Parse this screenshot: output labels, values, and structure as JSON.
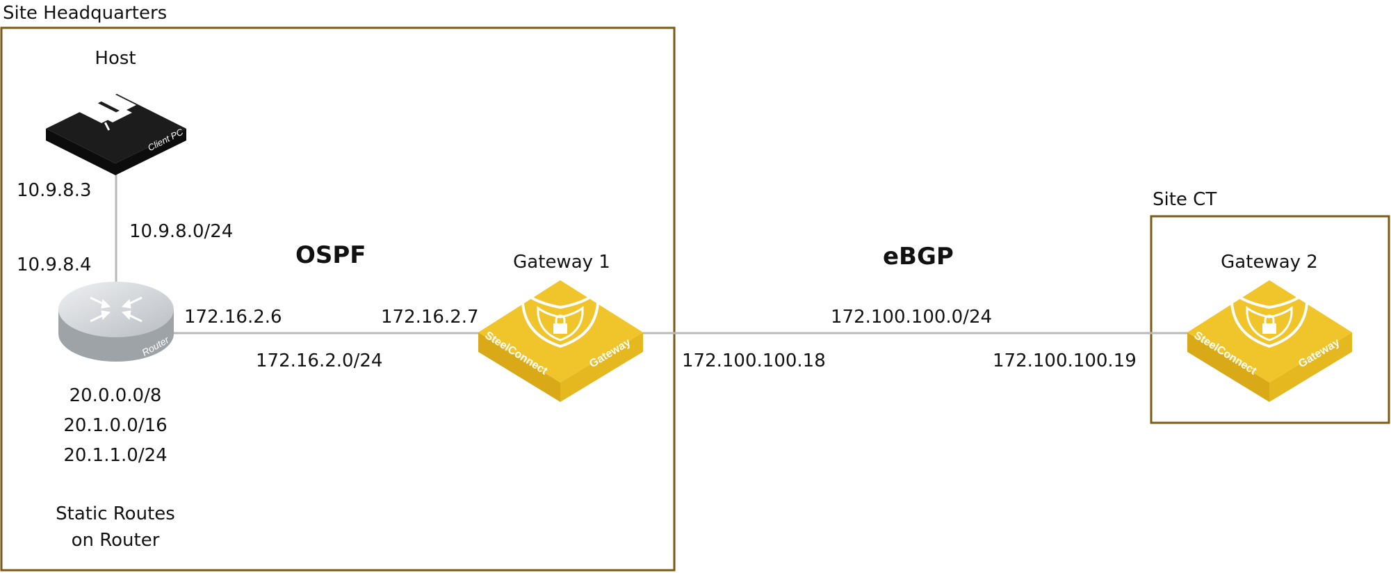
{
  "colors": {
    "site_border": "#7a5a14",
    "link": "#b8b8b8",
    "host_top": "#1c1c1c",
    "host_side": "#0c0c0c",
    "gateway_top": "#f0c42b",
    "gateway_side_left": "#d9a917",
    "gateway_side_right": "#e6b81f",
    "router_top": "#cfd2d5",
    "router_side": "#9ea3a8"
  },
  "sites": {
    "hq": {
      "label": "Site Headquarters"
    },
    "ct": {
      "label": "Site CT"
    }
  },
  "nodes": {
    "host": {
      "label": "Host",
      "device_text": "Client PC",
      "icon": "computer-icon"
    },
    "router": {
      "device_text": "Router",
      "icon": "router-arrows-icon"
    },
    "gateway1": {
      "label": "Gateway 1",
      "brand": "SteelConnect",
      "device_text": "Gateway",
      "icon": "shield-lock-icon"
    },
    "gateway2": {
      "label": "Gateway 2",
      "brand": "SteelConnect",
      "device_text": "Gateway",
      "icon": "shield-lock-icon"
    }
  },
  "protocols": {
    "ospf": "OSPF",
    "ebgp": "eBGP"
  },
  "links": {
    "host_router": {
      "host_ip": "10.9.8.3",
      "router_ip": "10.9.8.4",
      "subnet": "10.9.8.0/24"
    },
    "router_gw1": {
      "router_ip": "172.16.2.6",
      "gw_ip": "172.16.2.7",
      "subnet": "172.16.2.0/24"
    },
    "gw1_gw2": {
      "subnet": "172.100.100.0/24",
      "gw1_ip": "172.100.100.18",
      "gw2_ip": "172.100.100.19"
    }
  },
  "static_routes": {
    "routes": [
      "20.0.0.0/8",
      "20.1.0.0/16",
      "20.1.1.0/24"
    ],
    "caption_line1": "Static Routes",
    "caption_line2": "on Router"
  }
}
